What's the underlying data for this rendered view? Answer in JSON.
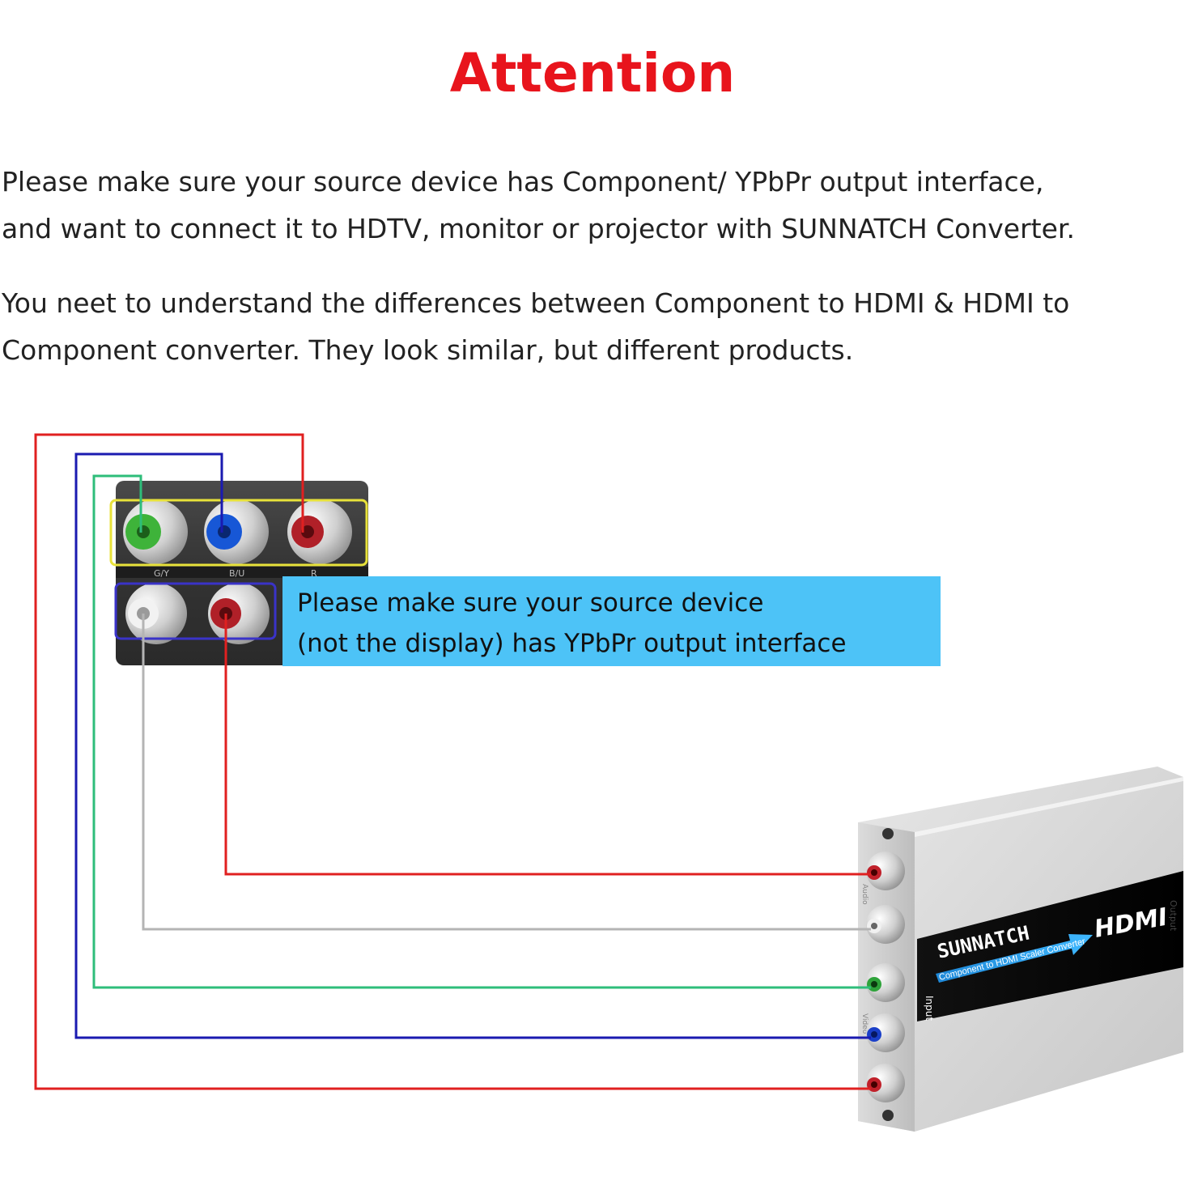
{
  "title": "Attention",
  "paragraph1": {
    "line1": "Please make sure your source device has Component/ YPbPr output interface,",
    "line2": "and want to connect it to HDTV, monitor or projector with SUNNATCH Converter."
  },
  "paragraph2": {
    "line1": "You neet to understand the differences between Component to HDMI & HDMI to",
    "line2": "Component converter. They look similar, but different products."
  },
  "callout": {
    "line1": "Please make sure your source device",
    "line2": "(not the display) has YPbPr output interface"
  },
  "source_panel": {
    "labels": [
      "G/Y",
      "B/U",
      "R"
    ]
  },
  "converter": {
    "brand": "SUNNATCH",
    "subtitle": "Component to HDMI Scaler Converter",
    "hdmi_logo": "HDMI",
    "input_label": "Input",
    "output_label": "Output",
    "audio_label": "Audio",
    "video_label": "Video"
  },
  "colors": {
    "title": "#e8141c",
    "callout_bg": "#4dc3f7",
    "wire_red": "#e02020",
    "wire_blue": "#1a1ab0",
    "wire_green": "#2ebd7a",
    "wire_white": "#b4b4b4",
    "highlight_yellow": "#e8e23a",
    "highlight_blue": "#3a33c8"
  }
}
